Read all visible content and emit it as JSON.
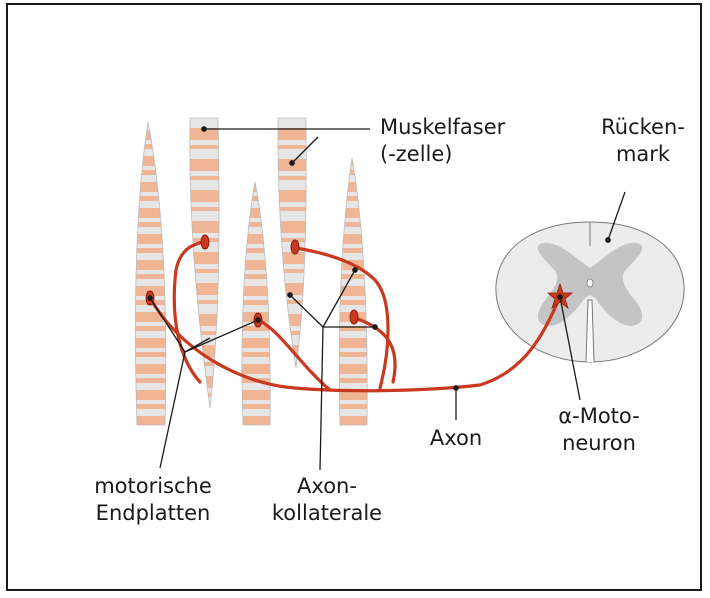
{
  "labels": {
    "muscle_fiber_line1": "Muskelfaser",
    "muscle_fiber_line2": "(-zelle)",
    "spinal_cord_line1": "Rücken-",
    "spinal_cord_line2": "mark",
    "motoneuron_line1": "α-Moto-",
    "motoneuron_line2": "neuron",
    "axon": "Axon",
    "endplates_line1": "motorische",
    "endplates_line2": "Endplatten",
    "collaterals_line1": "Axon-",
    "collaterals_line2": "kollaterale"
  },
  "colors": {
    "axon": "#c8391f",
    "fiber_stripe": "#f0b594",
    "fiber_base": "#e6e6e6",
    "gray_matter": "#c4c4c4",
    "white_matter": "#ececec",
    "outline": "#1a1a1a"
  }
}
